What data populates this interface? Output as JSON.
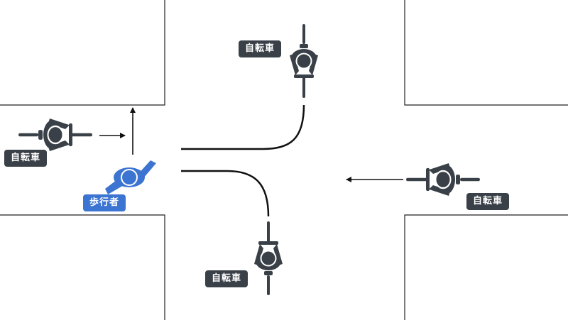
{
  "labels": {
    "bicycle_top": "自転車",
    "bicycle_left": "自転車",
    "bicycle_right": "自転車",
    "bicycle_bottom": "自転車",
    "pedestrian": "歩行者"
  },
  "colors": {
    "bicycle": "#3a4047",
    "pedestrian": "#3b74d1",
    "road_line": "#222222",
    "arrow": "#111111",
    "label_text": "#ffffff"
  },
  "icons": {
    "bicycle": "cyclist-top-view-icon",
    "pedestrian": "pedestrian-top-view-icon"
  }
}
